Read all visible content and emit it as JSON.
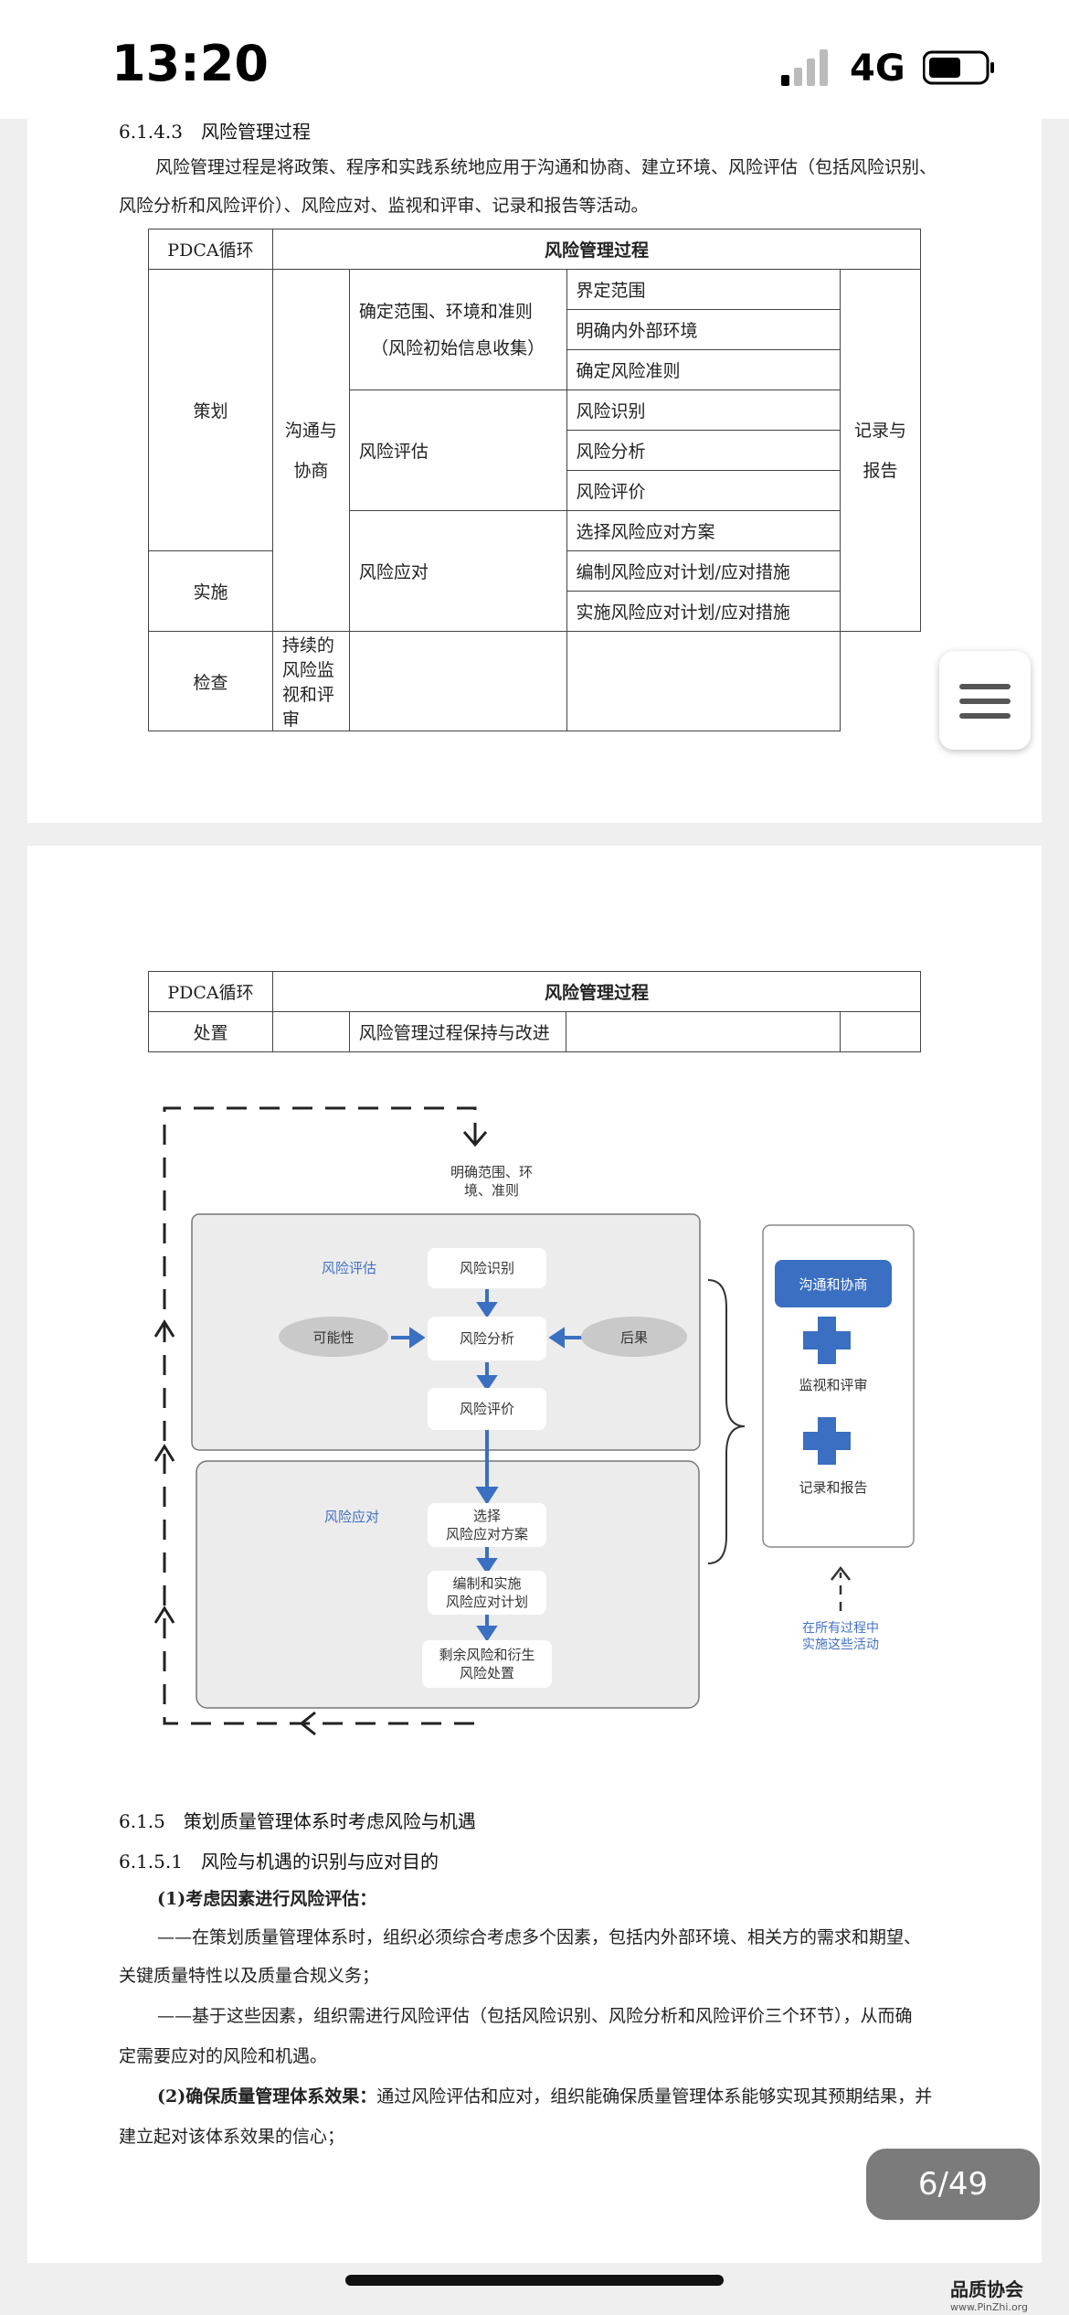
{
  "status": {
    "time": "13:20",
    "network": "4G"
  },
  "page1": {
    "heading": "6.1.4.3　风险管理过程",
    "para": [
      "风险管理过程是将政策、程序和实践系统地应用于沟通和协商、建立环境、风险评估（包括风险识别、",
      "风险分析和风险评价）、风险应对、监视和评审、记录和报告等活动。"
    ],
    "table": {
      "h1": "PDCA循环",
      "h2": "风险管理过程",
      "plan": "策划",
      "do": "实施",
      "check": "检查",
      "comm1": "沟通与",
      "comm2": "协商",
      "scope1": "确定范围、环境和准则",
      "scope2": "（风险初始信息收集）",
      "assess": "风险评估",
      "treat": "风险应对",
      "monitor": "持续的风险监视和评审",
      "s1": "界定范围",
      "s2": "明确内外部环境",
      "s3": "确定风险准则",
      "a1": "风险识别",
      "a2": "风险分析",
      "a3": "风险评价",
      "t1": "选择风险应对方案",
      "t2": "编制风险应对计划/应对措施",
      "t3": "实施风险应对计划/应对措施",
      "rec1": "记录与",
      "rec2": "报告"
    }
  },
  "page2": {
    "table": {
      "h1": "PDCA循环",
      "h2": "风险管理过程",
      "act": "处置",
      "improve": "风险管理过程保持与改进"
    },
    "diagram": {
      "scope": "明确范围、环\n境、准则",
      "assess_label": "风险评估",
      "identify": "风险识别",
      "analyze": "风险分析",
      "evaluate": "风险评价",
      "likelihood": "可能性",
      "consequence": "后果",
      "treat_label": "风险应对",
      "select": "选择\n风险应对方案",
      "plan": "编制和实施\n风险应对计划",
      "residual": "剩余风险和衍生\n风险处置",
      "comm": "沟通和协商",
      "monitor": "监视和评审",
      "record": "记录和报告",
      "note": "在所有过程中\n实施这些活动"
    },
    "h615": "6.1.5　策划质量管理体系时考虑风险与机遇",
    "h6151": "6.1.5.1　风险与机遇的识别与应对目的",
    "item1_title": "(1)考虑因素进行风险评估：",
    "item1_l1": "——在策划质量管理体系时，组织必须综合考虑多个因素，包括内外部环境、相关方的需求和期望、",
    "item1_l2": "关键质量特性以及质量合规义务；",
    "item1_l3": "——基于这些因素，组织需进行风险评估（包括风险识别、风险分析和风险评价三个环节），从而确",
    "item1_l4": "定需要应对的风险和机遇。",
    "item2_title": "(2)确保质量管理体系效果：",
    "item2_text": "通过风险评估和应对，组织能确保质量管理体系能够实现其预期结果，并",
    "item2_l2": "建立起对该体系效果的信心；"
  },
  "viewer": {
    "page_indicator": "6/49"
  },
  "watermark": {
    "name": "品质协会",
    "url": "www.PinZhi.org"
  },
  "colors": {
    "accent_blue": "#4472c4",
    "diagram_blue": "#3a6fc2"
  }
}
